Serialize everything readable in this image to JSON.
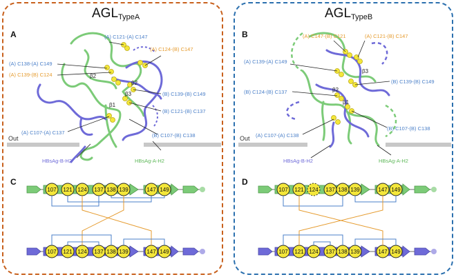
{
  "colors": {
    "orange_border": "#c8601c",
    "blue_border": "#2a6fae",
    "chain_green": "#7ccb78",
    "chain_purple": "#6e6ad8",
    "cys_yellow": "#f4e73a",
    "label_blue": "#4a7fc8",
    "label_orange": "#e59a2c"
  },
  "panel_a": {
    "title": "AGL",
    "title_sub": "TypeA",
    "letter_a": "A",
    "letter_c": "C",
    "labels": {
      "l1": "(A) C121-(A) C147",
      "l2": "(A) C124-(B) C147",
      "l3": "(A) C138-(A) C149",
      "l4": "(A) C139-(B) C124",
      "l5": "(B) C139-(B) C149",
      "l6": "(B) C121-(B) C137",
      "l7": "(B) C107-(B) C138",
      "l8": "(A) C107-(A) C137"
    },
    "strands": {
      "b1": "β1",
      "b2": "β2",
      "b3": "β3",
      "b2b": "β2"
    },
    "out": "Out",
    "hbs_b": "HBsAg-B-H2",
    "hbs_a": "HBsAg-A-H2",
    "top_row": [
      "107",
      "121",
      "124",
      "137",
      "138",
      "139",
      "147",
      "149"
    ],
    "bottom_row": [
      "107",
      "121",
      "124",
      "137",
      "138",
      "139",
      "147",
      "149"
    ]
  },
  "panel_b": {
    "title": "AGL",
    "title_sub": "TypeB",
    "letter_b": "B",
    "letter_d": "D",
    "labels": {
      "l1": "(A) C147-(B) C121",
      "l2": "(A) C121-(B) C147",
      "l3": "(A) C139-(A) C149",
      "l4": "(B) C139-(B) C149",
      "l5": "(B) C124-(B) C137",
      "l6": "(B) C107-(B) C138",
      "l7": "(A) C107-(A) C138"
    },
    "strands": {
      "b1": "β1",
      "b2": "β2",
      "b3": "β3"
    },
    "out": "Out",
    "hbs_b": "HBsAg-B-H2",
    "hbs_a": "HBsAg-A-H2",
    "top_row": [
      "107",
      "121",
      "124",
      "137",
      "138",
      "139",
      "147",
      "149"
    ],
    "bottom_row": [
      "107",
      "121",
      "124",
      "137",
      "138",
      "139",
      "147",
      "149"
    ]
  }
}
